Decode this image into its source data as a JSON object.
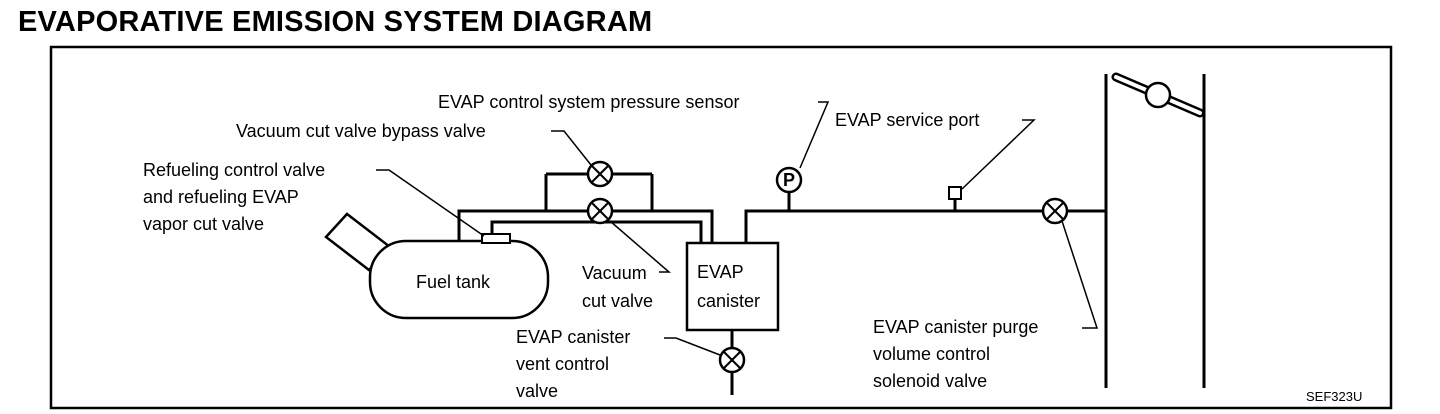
{
  "title": "EVAPORATIVE EMISSION SYSTEM DIAGRAM",
  "labels": {
    "pressure_sensor": "EVAP control system pressure sensor",
    "bypass_valve": "Vacuum cut valve bypass valve",
    "refuel_line1": "Refueling control valve",
    "refuel_line2": "and refueling EVAP",
    "refuel_line3": "vapor cut valve",
    "fuel_tank": "Fuel tank",
    "vacuum_cut_line1": "Vacuum",
    "vacuum_cut_line2": "cut valve",
    "canister_line1": "EVAP",
    "canister_line2": "canister",
    "vent_line1": "EVAP canister",
    "vent_line2": "vent control",
    "vent_line3": "valve",
    "service_port": "EVAP service port",
    "purge_line1": "EVAP canister purge",
    "purge_line2": "volume control",
    "purge_line3": "solenoid valve",
    "pressure_symbol": "P",
    "figure_code": "SEF323U"
  }
}
